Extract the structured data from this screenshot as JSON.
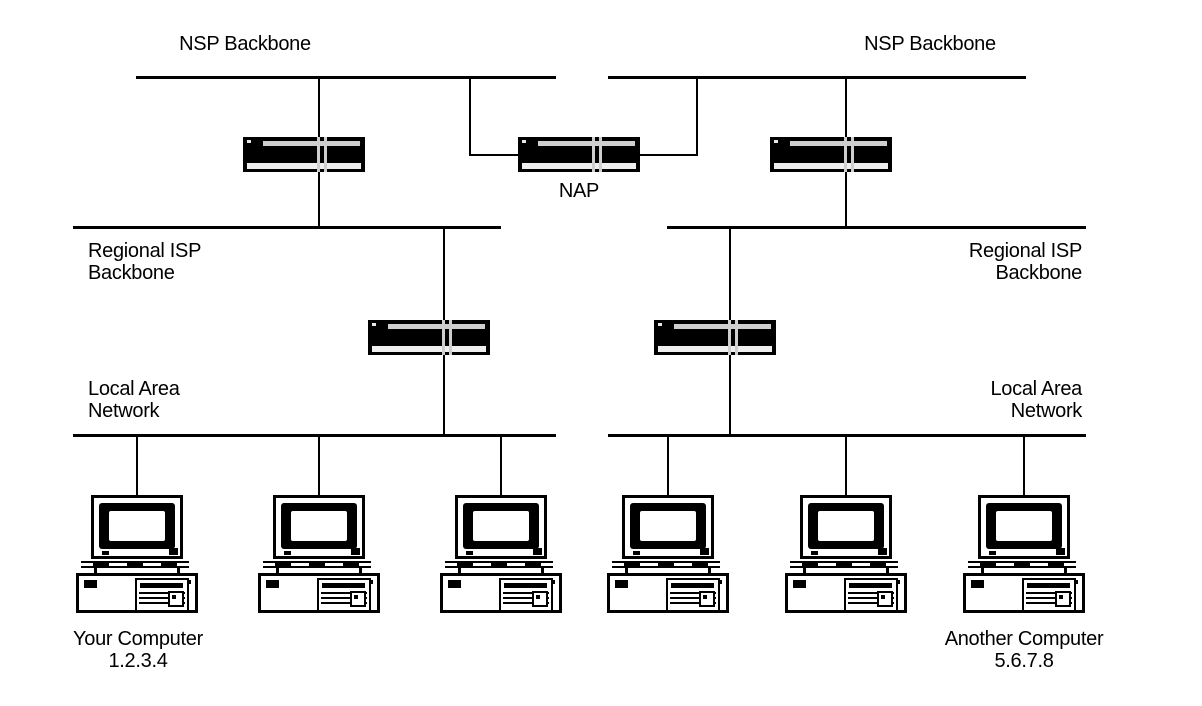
{
  "diagram": {
    "background_color": "#ffffff",
    "line_color": "#000000",
    "device_color": "#000000",
    "labels": {
      "nsp_backbone_left": "NSP Backbone",
      "nsp_backbone_right": "NSP Backbone",
      "nap": "NAP",
      "regional_isp_left": {
        "line1": "Regional ISP",
        "line2": "Backbone"
      },
      "regional_isp_right": {
        "line1": "Regional ISP",
        "line2": "Backbone"
      },
      "lan_left": {
        "line1": "Local Area",
        "line2": "Network"
      },
      "lan_right": {
        "line1": "Local Area",
        "line2": "Network"
      },
      "your_computer": {
        "name": "Your Computer",
        "ip": "1.2.3.4"
      },
      "another_computer": {
        "name": "Another Computer",
        "ip": "5.6.7.8"
      }
    }
  }
}
